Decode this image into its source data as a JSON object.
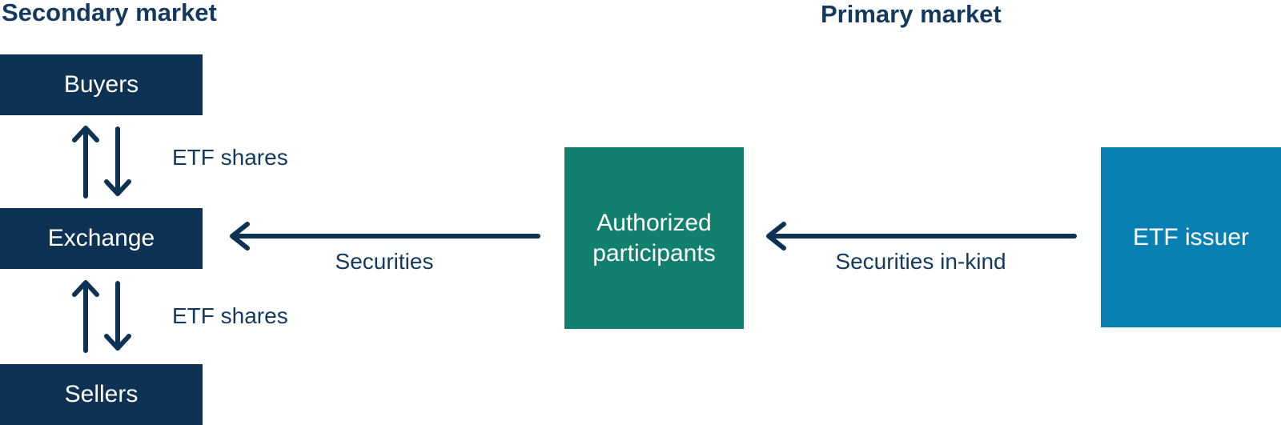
{
  "colors": {
    "navy": "#0e3254",
    "text_navy": "#14395e",
    "green": "#12806f",
    "blue": "#0880b2",
    "white": "#ffffff"
  },
  "titles": {
    "secondary": "Secondary market",
    "primary": "Primary market"
  },
  "nodes": {
    "buyers": "Buyers",
    "exchange": "Exchange",
    "sellers": "Sellers",
    "authorized_participants": "Authorized participants",
    "etf_issuer": "ETF issuer"
  },
  "flow_labels": {
    "etf_shares_top": "ETF shares",
    "etf_shares_bottom": "ETF shares",
    "securities": "Securities",
    "securities_in_kind": "Securities in-kind"
  },
  "arrows": [
    {
      "from": "exchange",
      "to": "buyers",
      "direction": "up",
      "label": "ETF shares"
    },
    {
      "from": "buyers",
      "to": "exchange",
      "direction": "down",
      "label": "ETF shares"
    },
    {
      "from": "sellers",
      "to": "exchange",
      "direction": "up",
      "label": "ETF shares"
    },
    {
      "from": "exchange",
      "to": "sellers",
      "direction": "down",
      "label": "ETF shares"
    },
    {
      "from": "authorized_participants",
      "to": "exchange",
      "direction": "left",
      "label": "Securities"
    },
    {
      "from": "etf_issuer",
      "to": "authorized_participants",
      "direction": "left",
      "label": "Securities in-kind"
    }
  ]
}
